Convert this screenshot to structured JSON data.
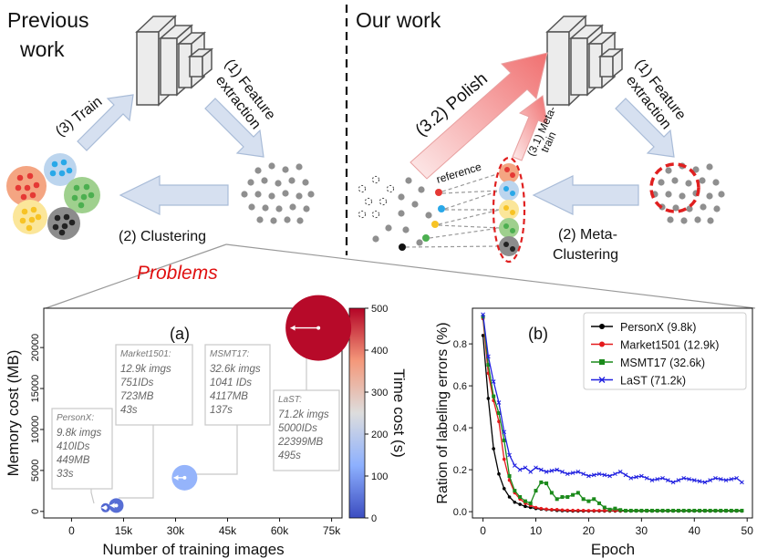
{
  "top": {
    "previous_work": {
      "title_line1": "Previous",
      "title_line2": "work",
      "train_label": "(3) Train",
      "feature_label_line1": "(1) Feature",
      "feature_label_line2": "extraction",
      "clustering_label": "(2) Clustering"
    },
    "our_work": {
      "title": "Our work",
      "polish_label": "(3.2) Polish",
      "metatrain_label_line1": "(3.1) Meta-",
      "metatrain_label_line2": "train",
      "reference_label": "reference",
      "feature_label_line1": "(1) Feature",
      "feature_label_line2": "extraction",
      "metaclustering_label_line1": "(2) Meta-",
      "metaclustering_label_line2": "Clustering"
    },
    "problems_label": "Problems",
    "colors": {
      "arrow_fill": "#d6e0f0",
      "arrow_stroke": "#a9bcd8",
      "polish_arrow": "#f08080",
      "red": "#e53935",
      "blue": "#29a8e8",
      "green": "#4caf50",
      "yellow": "#f7c325",
      "black": "#222222",
      "gray_dot": "#8f8f8f",
      "dashed_red": "#e02020"
    },
    "cluster_bgs": {
      "red": "#f4a582",
      "blue": "#bcd5ee",
      "green": "#9fd08e",
      "yellow": "#fbe69a",
      "black": "#8c8c8c"
    }
  },
  "chart_a": {
    "panel_label": "(a)",
    "xlabel": "Number of training images",
    "ylabel": "Memory cost (MB)",
    "colorbar_label": "Time cost (s)",
    "x_ticks": [
      "0",
      "15k",
      "30k",
      "45k",
      "60k",
      "75k"
    ],
    "y_ticks": [
      "0",
      "5000",
      "10000",
      "15000",
      "20000"
    ],
    "cbar_ticks": [
      "0",
      "100",
      "200",
      "300",
      "400",
      "500"
    ],
    "annotations": [
      {
        "name": "PersonX:",
        "lines": [
          "9.8k imgs",
          "410IDs",
          "449MB",
          "33s"
        ]
      },
      {
        "name": "Market1501:",
        "lines": [
          "12.9k imgs",
          "751IDs",
          "723MB",
          "43s"
        ]
      },
      {
        "name": "MSMT17:",
        "lines": [
          "32.6k imgs",
          "1041 IDs",
          "4117MB",
          "137s"
        ]
      },
      {
        "name": "LaST:",
        "lines": [
          "71.2k imgs",
          "5000IDs",
          "22399MB",
          "495s"
        ]
      }
    ]
  },
  "chart_b": {
    "panel_label": "(b)",
    "xlabel": "Epoch",
    "ylabel": "Ration of labeling errors (%)",
    "x_ticks": [
      "0",
      "10",
      "20",
      "30",
      "40",
      "50"
    ],
    "y_ticks": [
      "0.0",
      "0.2",
      "0.4",
      "0.6",
      "0.8"
    ],
    "legend": [
      "PersonX (9.8k)",
      "Market1501 (12.9k)",
      "MSMT17 (32.6k)",
      "LaST (71.2k)"
    ],
    "colors": [
      "#000000",
      "#e41a1c",
      "#1b8a1b",
      "#2020e0"
    ]
  },
  "chart_data": [
    {
      "type": "scatter",
      "title": "(a)",
      "xlabel": "Number of training images",
      "ylabel": "Memory cost (MB)",
      "colorbar_label": "Time cost (s)",
      "xlim": [
        -8000,
        78000
      ],
      "ylim": [
        -800,
        24800
      ],
      "clim": [
        0,
        500
      ],
      "points": [
        {
          "name": "PersonX",
          "x": 9800,
          "y": 449,
          "time": 33
        },
        {
          "name": "Market1501",
          "x": 12900,
          "y": 723,
          "time": 43
        },
        {
          "name": "MSMT17",
          "x": 32600,
          "y": 4117,
          "time": 137
        },
        {
          "name": "LaST",
          "x": 71200,
          "y": 22399,
          "time": 495
        }
      ]
    },
    {
      "type": "line",
      "title": "(b)",
      "xlabel": "Epoch",
      "ylabel": "Ration of labeling errors (%)",
      "xlim": [
        -2,
        51
      ],
      "ylim": [
        -0.03,
        0.97
      ],
      "series": [
        {
          "name": "PersonX (9.8k)",
          "x": [
            0,
            1,
            2,
            3,
            4,
            5,
            6,
            7,
            8,
            9,
            10,
            11,
            12,
            13,
            14,
            15,
            16,
            17,
            18,
            20,
            22,
            25,
            30,
            35,
            40,
            45,
            49
          ],
          "values": [
            0.84,
            0.54,
            0.3,
            0.18,
            0.11,
            0.07,
            0.045,
            0.035,
            0.025,
            0.02,
            0.015,
            0.012,
            0.01,
            0.008,
            0.006,
            0.005,
            0.004,
            0.003,
            0.003,
            0.003,
            0.003,
            0.003,
            0.003,
            0.003,
            0.003,
            0.003,
            0.003
          ]
        },
        {
          "name": "Market1501 (12.9k)",
          "x": [
            0,
            1,
            2,
            3,
            4,
            5,
            6,
            7,
            8,
            9,
            10,
            11,
            12,
            13,
            14,
            15,
            16,
            17,
            18,
            20,
            22,
            25,
            30,
            35,
            40,
            45,
            49
          ],
          "values": [
            0.92,
            0.66,
            0.53,
            0.43,
            0.25,
            0.15,
            0.09,
            0.06,
            0.04,
            0.03,
            0.02,
            0.015,
            0.012,
            0.01,
            0.01,
            0.008,
            0.007,
            0.006,
            0.006,
            0.005,
            0.005,
            0.005,
            0.005,
            0.005,
            0.005,
            0.005,
            0.005
          ]
        },
        {
          "name": "MSMT17 (32.6k)",
          "x": [
            0,
            1,
            2,
            3,
            4,
            5,
            6,
            7,
            8,
            9,
            10,
            11,
            12,
            13,
            14,
            15,
            16,
            17,
            18,
            19,
            20,
            21,
            22,
            23,
            24,
            25,
            26,
            27,
            28,
            30,
            35,
            40,
            45,
            49
          ],
          "values": [
            0.93,
            0.7,
            0.55,
            0.47,
            0.34,
            0.17,
            0.1,
            0.07,
            0.05,
            0.04,
            0.1,
            0.14,
            0.135,
            0.09,
            0.06,
            0.07,
            0.07,
            0.08,
            0.09,
            0.06,
            0.05,
            0.06,
            0.04,
            0.02,
            0.01,
            0.015,
            0.008,
            0.005,
            0.005,
            0.005,
            0.005,
            0.005,
            0.005,
            0.005
          ]
        },
        {
          "name": "LaST (71.2k)",
          "x": [
            0,
            1,
            2,
            3,
            4,
            5,
            6,
            7,
            8,
            9,
            10,
            12,
            14,
            16,
            18,
            20,
            22,
            24,
            26,
            28,
            30,
            32,
            34,
            36,
            38,
            40,
            42,
            44,
            46,
            48,
            49
          ],
          "values": [
            0.94,
            0.74,
            0.62,
            0.52,
            0.38,
            0.27,
            0.22,
            0.2,
            0.21,
            0.19,
            0.21,
            0.19,
            0.2,
            0.18,
            0.19,
            0.17,
            0.18,
            0.17,
            0.19,
            0.16,
            0.17,
            0.15,
            0.16,
            0.14,
            0.16,
            0.15,
            0.14,
            0.16,
            0.15,
            0.16,
            0.14
          ]
        }
      ]
    }
  ]
}
